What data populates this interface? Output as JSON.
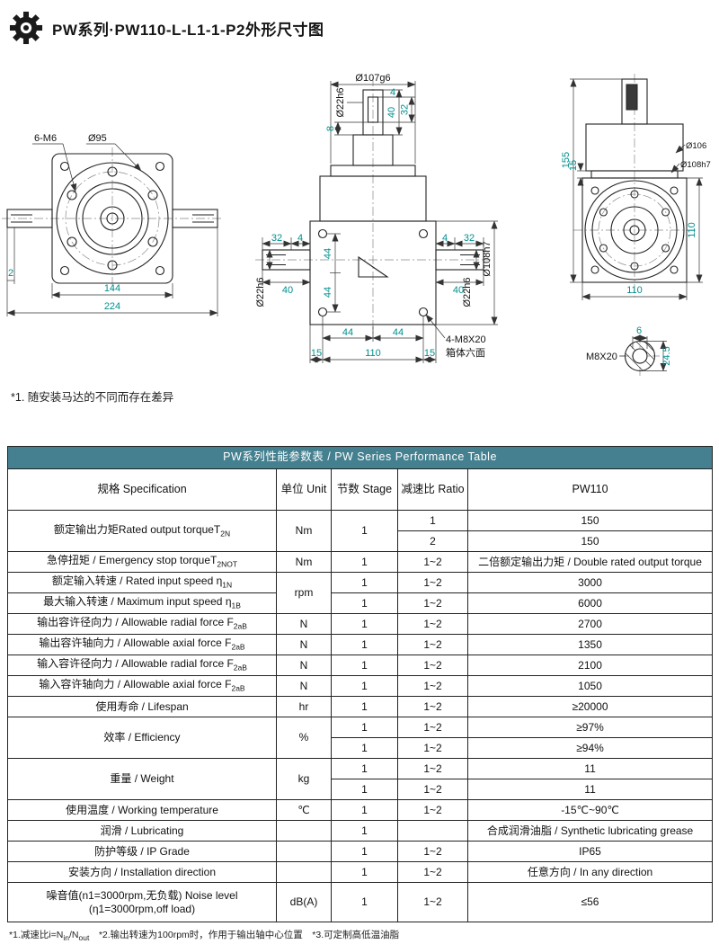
{
  "header": {
    "title": "PW系列·PW110-L-L1-1-P2外形尺寸图"
  },
  "colors": {
    "table_header_bg": "#44808F",
    "dimension_text": "#008F8F",
    "drawing_line": "#222222"
  },
  "note": "*1. 随安装马达的不同而存在差异",
  "drawings": {
    "front_view": {
      "label_6m6": "6-M6",
      "label_o95": "Ø95",
      "d2": "2",
      "d144": "144",
      "d224": "224"
    },
    "side_view": {
      "o107": "Ø107g6",
      "o22_top": "Ø22h6",
      "d40_top": "40",
      "d32_top": "32",
      "d4_top": "4",
      "d8": "8",
      "d32_left": "32",
      "d4_left": "4",
      "o22_left": "Ø22h6",
      "d40_left": "40",
      "d44_v1": "44",
      "d44_v2": "44",
      "d32_right": "32",
      "d4_right": "4",
      "o22_right": "Ø22h6",
      "d40_right": "40",
      "o108": "Ø108h7",
      "callout1": "4-M8X20",
      "callout2": "箱体六面",
      "d44_h1": "44",
      "d44_h2": "44",
      "d15_l": "15",
      "d110": "110",
      "d15_r": "15"
    },
    "end_view": {
      "d155": "155",
      "d15": "15",
      "o106": "Ø106",
      "o108": "Ø108h7",
      "d110_v": "110",
      "d110_h": "110",
      "d6": "6",
      "m8": "M8X20",
      "d245": "24.5"
    }
  },
  "table": {
    "title": "PW系列性能参数表 / PW Series Performance Table",
    "columns": [
      "规格 Specification",
      "单位 Unit",
      "节数 Stage",
      "减速比 Ratio",
      "PW110"
    ],
    "rows": [
      {
        "spec": "额定输出力矩Rated output torqueT",
        "spec_sub": "2N",
        "unit": "Nm",
        "stage": "1",
        "ratio": "1",
        "value": "150"
      },
      {
        "ratio": "2",
        "value": "150"
      },
      {
        "spec": "急停扭矩 / Emergency stop torqueT",
        "spec_sub": "2NOT",
        "unit": "Nm",
        "stage": "1",
        "ratio": "1~2",
        "value": "二倍额定输出力矩 / Double rated output torque"
      },
      {
        "spec": "额定输入转速 / Rated input speed η",
        "spec_sub": "1N",
        "unit": "rpm",
        "stage": "1",
        "ratio": "1~2",
        "value": "3000"
      },
      {
        "spec": "最大输入转速 / Maximum input speed η",
        "spec_sub": "1B",
        "stage": "1",
        "ratio": "1~2",
        "value": "6000"
      },
      {
        "spec": "输出容许径向力 / Allowable radial force F",
        "spec_sub": "2aB",
        "unit": "N",
        "stage": "1",
        "ratio": "1~2",
        "value": "2700"
      },
      {
        "spec": "输出容许轴向力 / Allowable axial force F",
        "spec_sub": "2aB",
        "unit": "N",
        "stage": "1",
        "ratio": "1~2",
        "value": "1350"
      },
      {
        "spec": "输入容许径向力 / Allowable radial force F",
        "spec_sub": "2aB",
        "unit": "N",
        "stage": "1",
        "ratio": "1~2",
        "value": "2100"
      },
      {
        "spec": "输入容许轴向力 / Allowable axial force F",
        "spec_sub": "2aB",
        "unit": "N",
        "stage": "1",
        "ratio": "1~2",
        "value": "1050"
      },
      {
        "spec": "使用寿命 / Lifespan",
        "unit": "hr",
        "stage": "1",
        "ratio": "1~2",
        "value": "≥20000"
      },
      {
        "spec": "效率 / Efficiency",
        "unit": "%",
        "stage": "1",
        "ratio": "1~2",
        "value": "≥97%"
      },
      {
        "stage": "1",
        "ratio": "1~2",
        "value": "≥94%"
      },
      {
        "spec": "重量 / Weight",
        "unit": "kg",
        "stage": "1",
        "ratio": "1~2",
        "value": "11"
      },
      {
        "stage": "1",
        "ratio": "1~2",
        "value": "11"
      },
      {
        "spec": "使用温度 / Working temperature",
        "unit": "℃",
        "stage": "1",
        "ratio": "1~2",
        "value": "-15℃~90℃"
      },
      {
        "spec": "润滑 / Lubricating",
        "unit": "",
        "stage": "1",
        "ratio": "",
        "value": "合成润滑油脂 / Synthetic lubricating grease"
      },
      {
        "spec": "防护等级 / IP Grade",
        "unit": "",
        "stage": "1",
        "ratio": "1~2",
        "value": "IP65"
      },
      {
        "spec": "安装方向 / Installation direction",
        "unit": "",
        "stage": "1",
        "ratio": "1~2",
        "value": "任意方向 / In any direction"
      },
      {
        "spec": "噪音值(n1=3000rpm,无负载) Noise level",
        "spec2": "(η1=3000rpm,off load)",
        "unit": "dB(A)",
        "stage": "1",
        "ratio": "1~2",
        "value": "≤56"
      }
    ]
  },
  "footnote": {
    "p1": "*1.减速比i=N",
    "s1": "in",
    "p2": "/N",
    "s2": "out",
    "p3": "　*2.输出转速为100rpm时，作用于输出轴中心位置　*3.可定制高低温油脂"
  }
}
